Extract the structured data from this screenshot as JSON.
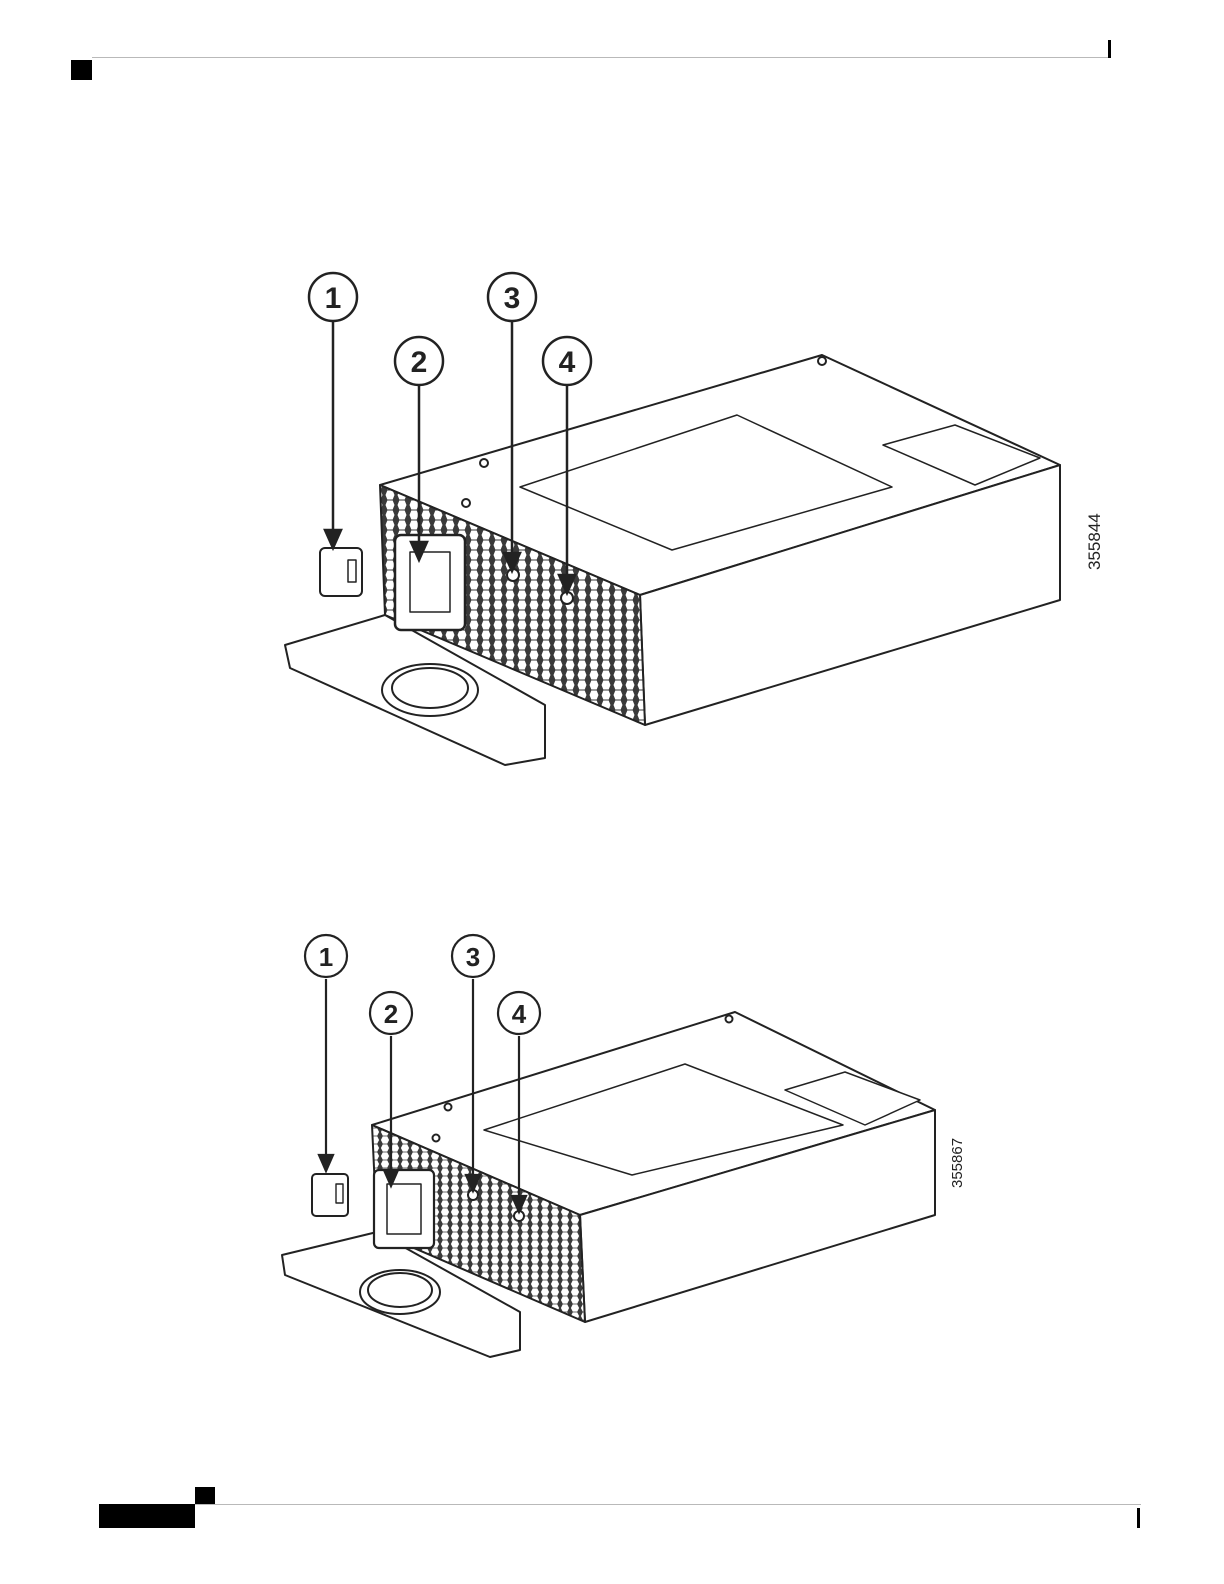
{
  "figures": [
    {
      "callouts": [
        "1",
        "2",
        "3",
        "4"
      ],
      "figure_id": "355844"
    },
    {
      "callouts": [
        "1",
        "2",
        "3",
        "4"
      ],
      "figure_id": "355867"
    }
  ]
}
